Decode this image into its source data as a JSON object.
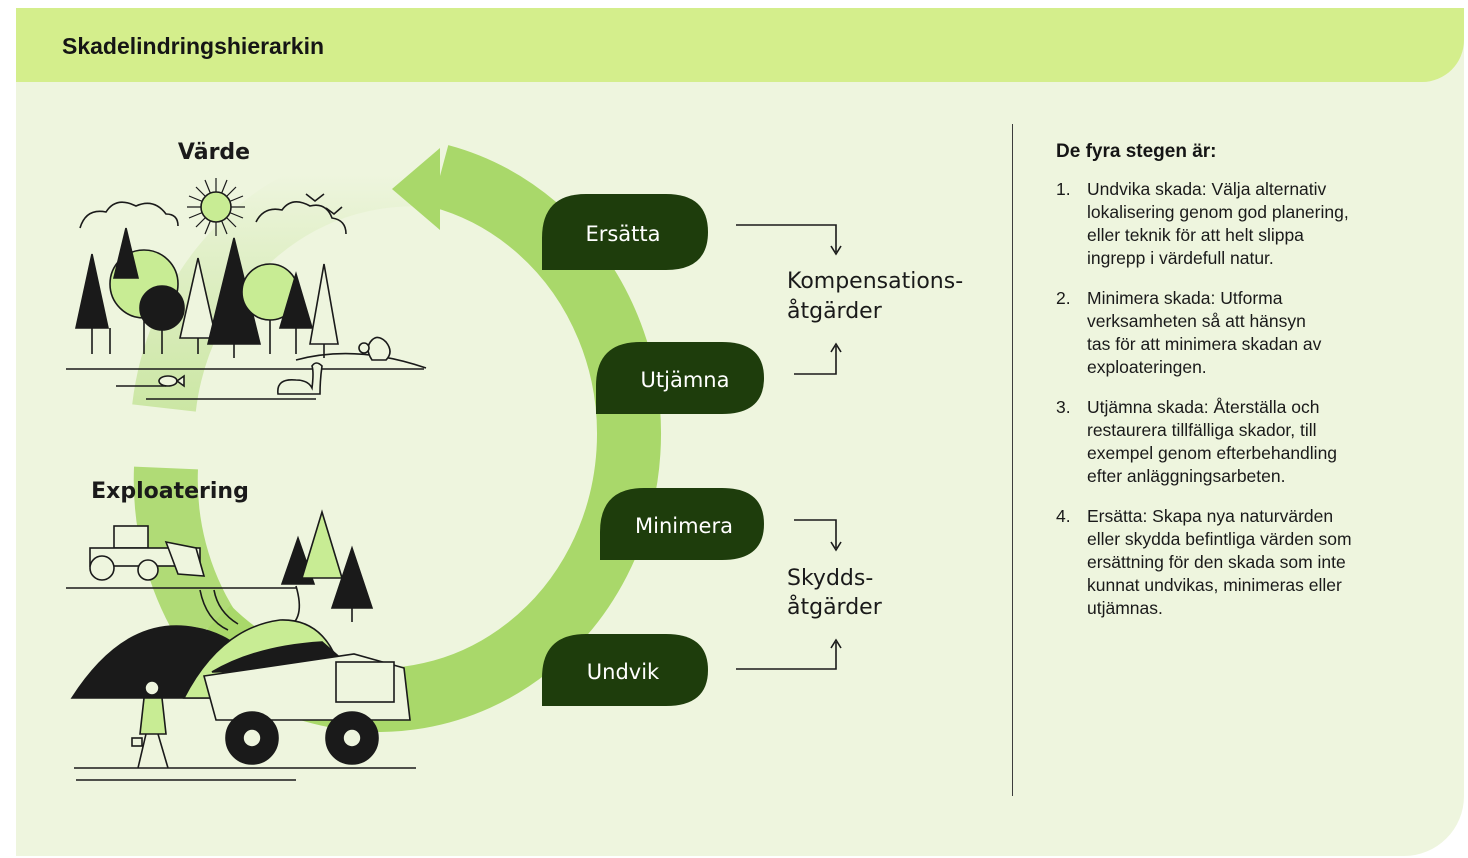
{
  "header": {
    "title": "Skadelindringshierarkin"
  },
  "diagram": {
    "value_label": "Värde",
    "exploitation_label": "Exploatering",
    "stages": [
      "Ersätta",
      "Utjämna",
      "Minimera",
      "Undvik"
    ],
    "compensation_label_1": "Kompensations-",
    "compensation_label_2": "åtgärder",
    "protection_label_1": "Skydds-",
    "protection_label_2": "åtgärder"
  },
  "steps": {
    "title": "De fyra stegen är:",
    "items": [
      {
        "num": "1.",
        "text": "Undvika skada: Välja alternativ\nlokalisering genom god planering,\neller teknik för att helt slippa\ningrepp i värdefull natur."
      },
      {
        "num": "2.",
        "text": "Minimera skada: Utforma\nverksamheten så att hänsyn\ntas för att minimera skadan av\nexploateringen."
      },
      {
        "num": "3.",
        "text": "Utjämna skada: Återställa och\nrestaurera tillfälliga skador, till\nexempel genom efterbehandling\nefter anläggningsarbeten."
      },
      {
        "num": "4.",
        "text": "Ersätta: Skapa nya naturvärden\neller skydda befintliga värden som\nersättning för den skada som inte\nkunnat undvikas, minimeras eller\nutjämnas."
      }
    ]
  },
  "colors": {
    "header_bg": "#d4ee8c",
    "card_bg": "#eef5de",
    "cycle_green": "#a9d86a",
    "dark_green": "#1e3d0c",
    "light_green": "#c8ec94"
  }
}
